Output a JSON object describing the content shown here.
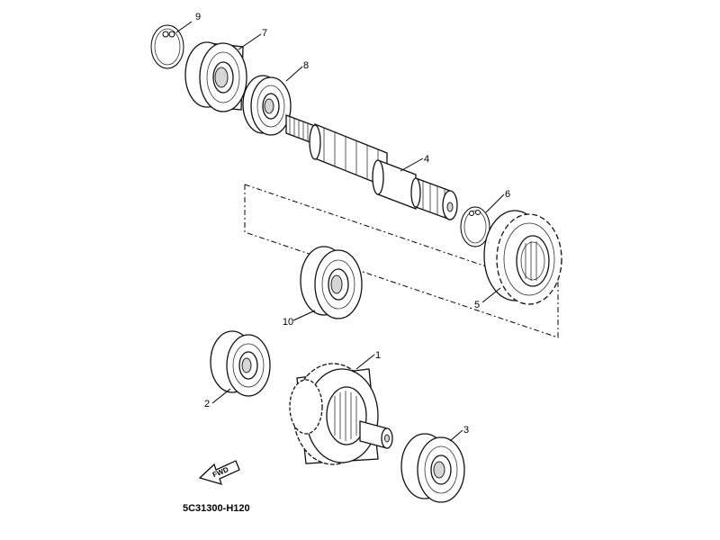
{
  "diagram": {
    "parts": [
      {
        "id": "1",
        "label": "1",
        "icon": "secondary-gear-icon"
      },
      {
        "id": "2",
        "label": "2",
        "icon": "bearing-icon"
      },
      {
        "id": "3",
        "label": "3",
        "icon": "bearing-icon"
      },
      {
        "id": "4",
        "label": "4",
        "icon": "drive-axle-shaft-icon"
      },
      {
        "id": "5",
        "label": "5",
        "icon": "spur-gear-icon"
      },
      {
        "id": "6",
        "label": "6",
        "icon": "circlip-icon"
      },
      {
        "id": "7",
        "label": "7",
        "icon": "bearing-icon"
      },
      {
        "id": "8",
        "label": "8",
        "icon": "bearing-icon"
      },
      {
        "id": "9",
        "label": "9",
        "icon": "circlip-icon"
      },
      {
        "id": "10",
        "label": "10",
        "icon": "bearing-icon"
      }
    ],
    "fwd_label": "FWD",
    "drawing_code": "5C31300-H120"
  }
}
